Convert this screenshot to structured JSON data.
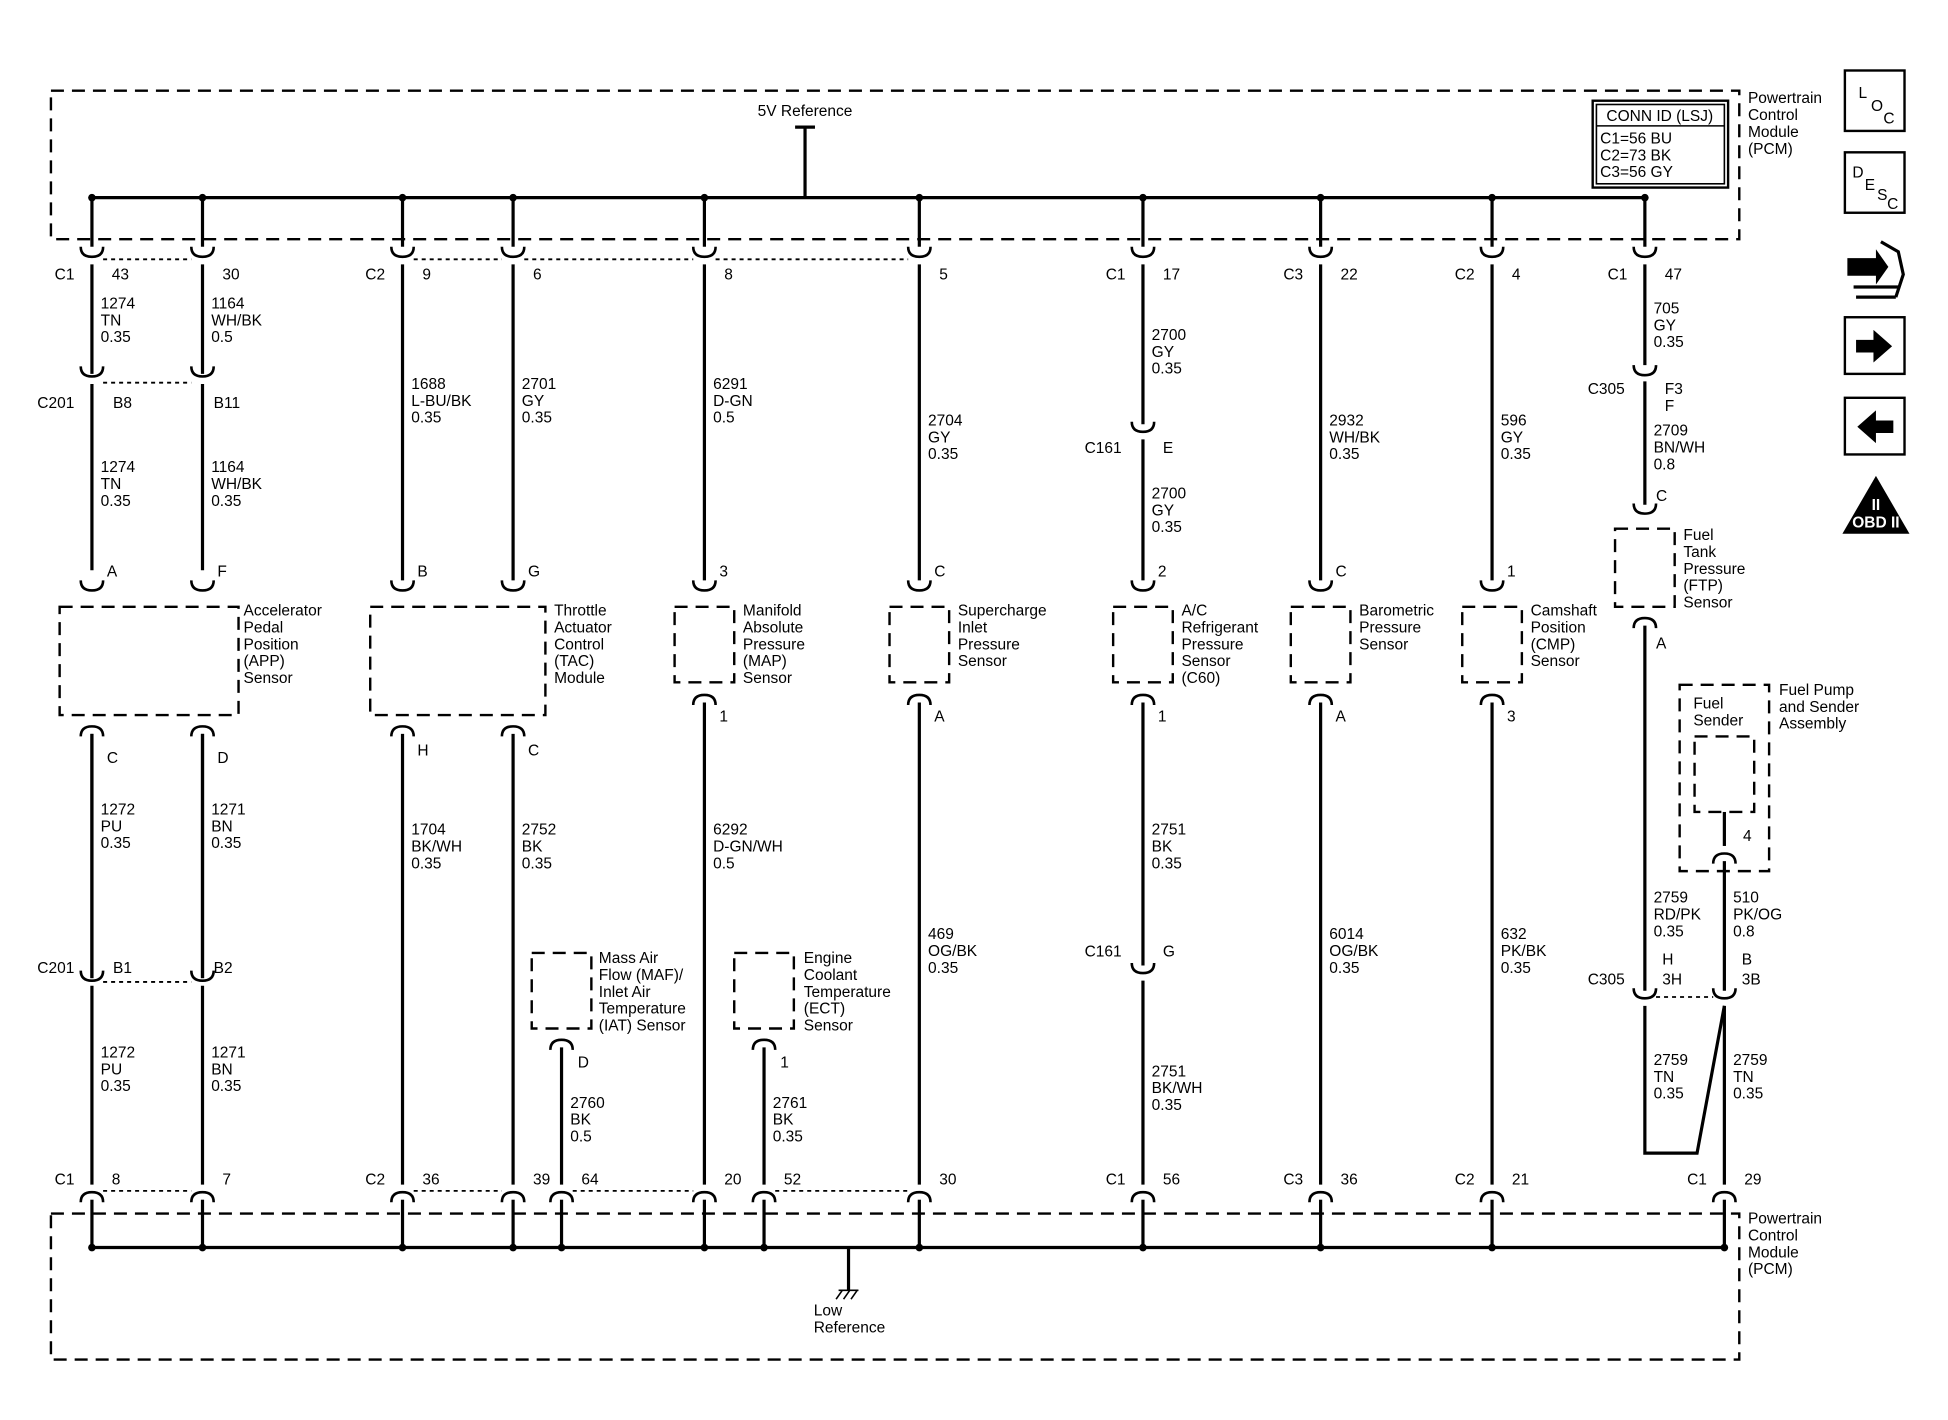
{
  "pcm": {
    "label_top": [
      "Powertrain",
      "Control",
      "Module",
      "(PCM)"
    ],
    "label_bottom": [
      "Powertrain",
      "Control",
      "Module",
      "(PCM)"
    ],
    "ref_5v": "5V Reference",
    "low_ref": [
      "Low",
      "Reference"
    ]
  },
  "conn_id": {
    "title": "CONN ID (LSJ)",
    "lines": [
      "C1=56 BU",
      "C2=73 BK",
      "C3=56 GY"
    ]
  },
  "icons": {
    "loc": [
      "L",
      "O",
      "C"
    ],
    "desc": [
      "D",
      "E",
      "S",
      "C"
    ],
    "obd_roman": "II",
    "obd_text": "OBD II"
  },
  "top_pins": [
    {
      "conn": "C1",
      "pin": "43"
    },
    {
      "conn": "",
      "pin": "30"
    },
    {
      "conn": "C2",
      "pin": "9"
    },
    {
      "conn": "",
      "pin": "6"
    },
    {
      "conn": "",
      "pin": "8"
    },
    {
      "conn": "",
      "pin": "5"
    },
    {
      "conn": "C1",
      "pin": "17"
    },
    {
      "conn": "C3",
      "pin": "22"
    },
    {
      "conn": "C2",
      "pin": "4"
    },
    {
      "conn": "C1",
      "pin": "47"
    }
  ],
  "bottom_pins": [
    {
      "conn": "C1",
      "pin": "8"
    },
    {
      "conn": "",
      "pin": "7"
    },
    {
      "conn": "C2",
      "pin": "36"
    },
    {
      "conn": "",
      "pin": "39"
    },
    {
      "conn": "",
      "pin": "64"
    },
    {
      "conn": "",
      "pin": "20"
    },
    {
      "conn": "",
      "pin": "52"
    },
    {
      "conn": "",
      "pin": "30"
    },
    {
      "conn": "C1",
      "pin": "56"
    },
    {
      "conn": "C3",
      "pin": "36"
    },
    {
      "conn": "C2",
      "pin": "21"
    },
    {
      "conn": "C1",
      "pin": "29"
    }
  ],
  "wires": [
    [
      "1274",
      "TN",
      "0.35"
    ],
    [
      "1164",
      "WH/BK",
      "0.5"
    ],
    [
      "1274",
      "TN",
      "0.35"
    ],
    [
      "1164",
      "WH/BK",
      "0.35"
    ],
    [
      "1688",
      "L-BU/BK",
      "0.35"
    ],
    [
      "2701",
      "GY",
      "0.35"
    ],
    [
      "6291",
      "D-GN",
      "0.5"
    ],
    [
      "2704",
      "GY",
      "0.35"
    ],
    [
      "2700",
      "GY",
      "0.35"
    ],
    [
      "2700",
      "GY",
      "0.35"
    ],
    [
      "2932",
      "WH/BK",
      "0.35"
    ],
    [
      "596",
      "GY",
      "0.35"
    ],
    [
      "705",
      "GY",
      "0.35"
    ],
    [
      "2709",
      "BN/WH",
      "0.8"
    ],
    [
      "1272",
      "PU",
      "0.35"
    ],
    [
      "1271",
      "BN",
      "0.35"
    ],
    [
      "1272",
      "PU",
      "0.35"
    ],
    [
      "1271",
      "BN",
      "0.35"
    ],
    [
      "1704",
      "BK/WH",
      "0.35"
    ],
    [
      "2752",
      "BK",
      "0.35"
    ],
    [
      "6292",
      "D-GN/WH",
      "0.5"
    ],
    [
      "469",
      "OG/BK",
      "0.35"
    ],
    [
      "2751",
      "BK",
      "0.35"
    ],
    [
      "2751",
      "BK/WH",
      "0.35"
    ],
    [
      "6014",
      "OG/BK",
      "0.35"
    ],
    [
      "632",
      "PK/BK",
      "0.35"
    ],
    [
      "2760",
      "BK",
      "0.5"
    ],
    [
      "2761",
      "BK",
      "0.35"
    ],
    [
      "2759",
      "RD/PK",
      "0.35"
    ],
    [
      "510",
      "PK/OG",
      "0.8"
    ],
    [
      "2759",
      "TN",
      "0.35"
    ],
    [
      "2759",
      "TN",
      "0.35"
    ]
  ],
  "inline": {
    "c201": "C201",
    "c161": "C161",
    "c305": "C305",
    "c201_top": [
      "B8",
      "B11"
    ],
    "c201_bot": [
      "B1",
      "B2"
    ],
    "c161_top": "E",
    "c161_bot": "G",
    "c305_top": [
      "F3",
      "F"
    ],
    "c305_bot": [
      "H",
      "3H",
      "B",
      "3B"
    ]
  },
  "sensor_pins": {
    "app": [
      "A",
      "F",
      "C",
      "D"
    ],
    "tac": [
      "B",
      "G",
      "H",
      "C"
    ],
    "map": [
      "3",
      "1"
    ],
    "sip": [
      "C",
      "A"
    ],
    "acr": [
      "2",
      "1"
    ],
    "baro": [
      "C",
      "A"
    ],
    "cmp": [
      "1",
      "3"
    ],
    "ftp": [
      "C",
      "A"
    ],
    "maf": "D",
    "ect": "1",
    "fuel_sender": "4"
  },
  "sensors": {
    "app": [
      "Accelerator",
      "Pedal",
      "Position",
      "(APP)",
      "Sensor"
    ],
    "tac": [
      "Throttle",
      "Actuator",
      "Control",
      "(TAC)",
      "Module"
    ],
    "map": [
      "Manifold",
      "Absolute",
      "Pressure",
      "(MAP)",
      "Sensor"
    ],
    "sip": [
      "Supercharge",
      "Inlet",
      "Pressure",
      "Sensor"
    ],
    "acr": [
      "A/C",
      "Refrigerant",
      "Pressure",
      "Sensor",
      "(C60)"
    ],
    "baro": [
      "Barometric",
      "Pressure",
      "Sensor"
    ],
    "cmp": [
      "Camshaft",
      "Position",
      "(CMP)",
      "Sensor"
    ],
    "ftp": [
      "Fuel",
      "Tank",
      "Pressure",
      "(FTP)",
      "Sensor"
    ],
    "maf": [
      "Mass Air",
      "Flow (MAF)/",
      "Inlet Air",
      "Temperature",
      "(IAT) Sensor"
    ],
    "ect": [
      "Engine",
      "Coolant",
      "Temperature",
      "(ECT)",
      "Sensor"
    ],
    "fuel_sender": [
      "Fuel",
      "Sender"
    ],
    "fuel_pump": [
      "Fuel Pump",
      "and Sender",
      "Assembly"
    ]
  }
}
